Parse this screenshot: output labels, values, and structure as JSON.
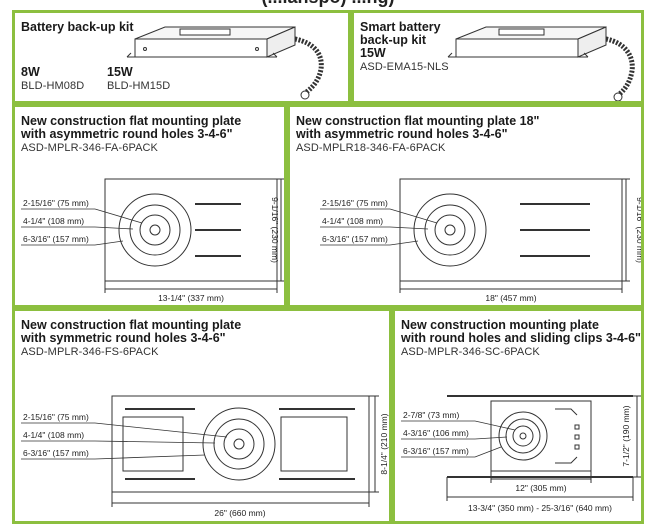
{
  "header": {
    "text": "(...lanspo) ...ng)"
  },
  "panels": {
    "battery_kit": {
      "title": "Battery back-up kit",
      "variants": [
        {
          "watt": "8W",
          "sku": "BLD-HM08D"
        },
        {
          "watt": "15W",
          "sku": "BLD-HM15D"
        }
      ]
    },
    "smart_battery": {
      "title_lines": [
        "Smart battery",
        "back-up kit",
        "15W"
      ],
      "sku": "ASD-EMA15-NLS"
    },
    "plate_fa": {
      "title_lines": [
        "New construction flat mounting plate",
        "with asymmetric round holes 3-4-6\""
      ],
      "sku": "ASD-MPLR-346-FA-6PACK",
      "dims": [
        "2-15/16\" (75 mm)",
        "4-1/4\" (108 mm)",
        "6-3/16\" (157 mm)"
      ],
      "width_dim": "13-1/4\" (337 mm)",
      "height_dim": "9-1/16\" (230 mm)"
    },
    "plate_fa18": {
      "title_lines": [
        "New construction flat mounting plate 18\"",
        "with asymmetric round holes 3-4-6\""
      ],
      "sku": "ASD-MPLR18-346-FA-6PACK",
      "dims": [
        "2-15/16\" (75 mm)",
        "4-1/4\" (108 mm)",
        "6-3/16\" (157 mm)"
      ],
      "width_dim": "18\" (457 mm)",
      "height_dim": "9-1/16\" (230 mm)"
    },
    "plate_fs": {
      "title_lines": [
        "New construction flat mounting plate",
        "with symmetric round holes 3-4-6\""
      ],
      "sku": "ASD-MPLR-346-FS-6PACK",
      "dims": [
        "2-15/16\" (75 mm)",
        "4-1/4\" (108 mm)",
        "6-3/16\" (157 mm)"
      ],
      "width_dim": "26\" (660 mm)",
      "height_dim": "8-1/4\" (210 mm)"
    },
    "plate_sc": {
      "title_lines": [
        "New construction mounting plate",
        "with round holes and sliding clips 3-4-6\""
      ],
      "sku": "ASD-MPLR-346-SC-6PACK",
      "dims": [
        "2-7/8\" (73 mm)",
        "4-3/16\" (106 mm)",
        "6-3/16\" (157 mm)"
      ],
      "inner_width_dim": "12\" (305 mm)",
      "width_dim": "13-3/4\" (350 mm) - 25-3/16\" (640 mm)",
      "height_dim": "7-1/2\" (190 mm)"
    }
  },
  "colors": {
    "panel_border": "#8cbf3f",
    "line": "#333333"
  }
}
